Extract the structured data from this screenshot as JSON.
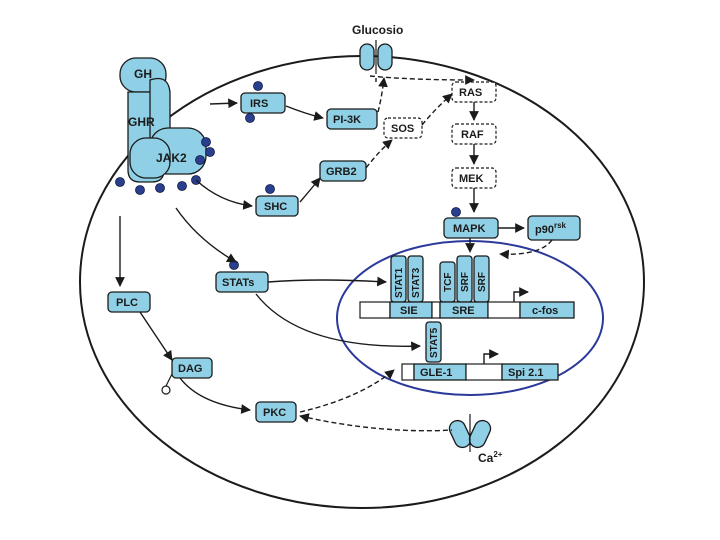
{
  "diagram": {
    "membrane_label": "Glucosio",
    "calcium_label": "Ca",
    "calcium_charge": "2+",
    "receptor": {
      "ligand": "GH",
      "receptor": "GHR",
      "kinase": "JAK2"
    },
    "nodes": {
      "irs": "IRS",
      "pi3k": "PI-3K",
      "sos": "SOS",
      "ras": "RAS",
      "raf": "RAF",
      "mek": "MEK",
      "grb2": "GRB2",
      "shc": "SHC",
      "mapk": "MAPK",
      "p90": "p90",
      "p90_sup": "rsk",
      "stats": "STATs",
      "plc": "PLC",
      "dag": "DAG",
      "pkc": "PKC"
    },
    "nucleus": {
      "factors_top": [
        "STAT1",
        "STAT3",
        "TCF",
        "SRF",
        "SRF"
      ],
      "factor_stat5": "STAT5",
      "gene1_elements": [
        "SIE",
        "SRE"
      ],
      "gene1_name": "c-fos",
      "gene2_element": "GLE-1",
      "gene2_name": "Spi 2.1"
    },
    "colors": {
      "protein_fill": "#8fd0e6",
      "phosphate": "#2b3f8f",
      "nucleus_border": "#2b3a9a",
      "outline": "#1b1b1b"
    }
  }
}
